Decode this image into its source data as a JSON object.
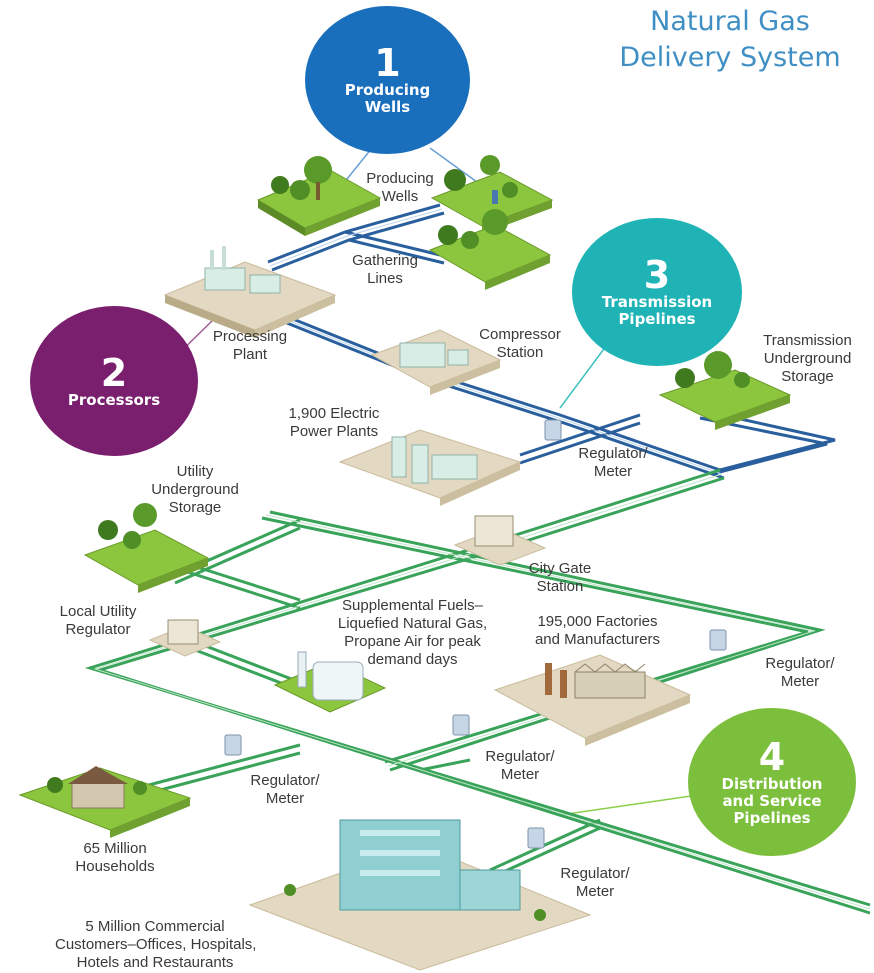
{
  "title": {
    "line1": "Natural Gas",
    "line2": "Delivery System"
  },
  "stages": [
    {
      "number": "1",
      "label_line1": "Producing",
      "label_line2": "Wells",
      "color": "#1a6fbd"
    },
    {
      "number": "2",
      "label_line1": "Processors",
      "label_line2": "",
      "color": "#7a1f6e"
    },
    {
      "number": "3",
      "label_line1": "Transmission",
      "label_line2": "Pipelines",
      "color": "#1fb3b5"
    },
    {
      "number": "4",
      "label_line1": "Distribution",
      "label_line2": "and Service",
      "label_line3": "Pipelines",
      "color": "#7cbf3c"
    }
  ],
  "labels": {
    "producing_wells": [
      "Producing",
      "Wells"
    ],
    "gathering_lines": [
      "Gathering",
      "Lines"
    ],
    "processing_plant": [
      "Processing",
      "Plant"
    ],
    "compressor_station": [
      "Compressor",
      "Station"
    ],
    "transmission_storage": [
      "Transmission",
      "Underground",
      "Storage"
    ],
    "electric_power_plants": [
      "1,900 Electric",
      "Power Plants"
    ],
    "regulator_meter_1": [
      "Regulator/",
      "Meter"
    ],
    "utility_storage": [
      "Utility",
      "Underground",
      "Storage"
    ],
    "city_gate_station": [
      "City Gate",
      "Station"
    ],
    "local_utility_regulator": [
      "Local Utility",
      "Regulator"
    ],
    "supplemental_fuels": [
      "Supplemental Fuels–",
      "Liquefied Natural Gas,",
      "Propane Air for peak",
      "demand days"
    ],
    "factories": [
      "195,000 Factories",
      "and Manufacturers"
    ],
    "regulator_meter_2": [
      "Regulator/",
      "Meter"
    ],
    "regulator_meter_3": [
      "Regulator/",
      "Meter"
    ],
    "regulator_meter_4": [
      "Regulator/",
      "Meter"
    ],
    "regulator_meter_5": [
      "Regulator/",
      "Meter"
    ],
    "households": [
      "65 Million",
      "Households"
    ],
    "commercial": [
      "5 Million Commercial",
      "Customers–Offices, Hospitals,",
      "Hotels and Restaurants"
    ]
  },
  "colors": {
    "title": "#3f8fc4",
    "transmission_pipe": "#2a5f9e",
    "distribution_pipe": "#3aa35a",
    "ground": "#e8dcc0",
    "grass": "#8cc63f"
  }
}
